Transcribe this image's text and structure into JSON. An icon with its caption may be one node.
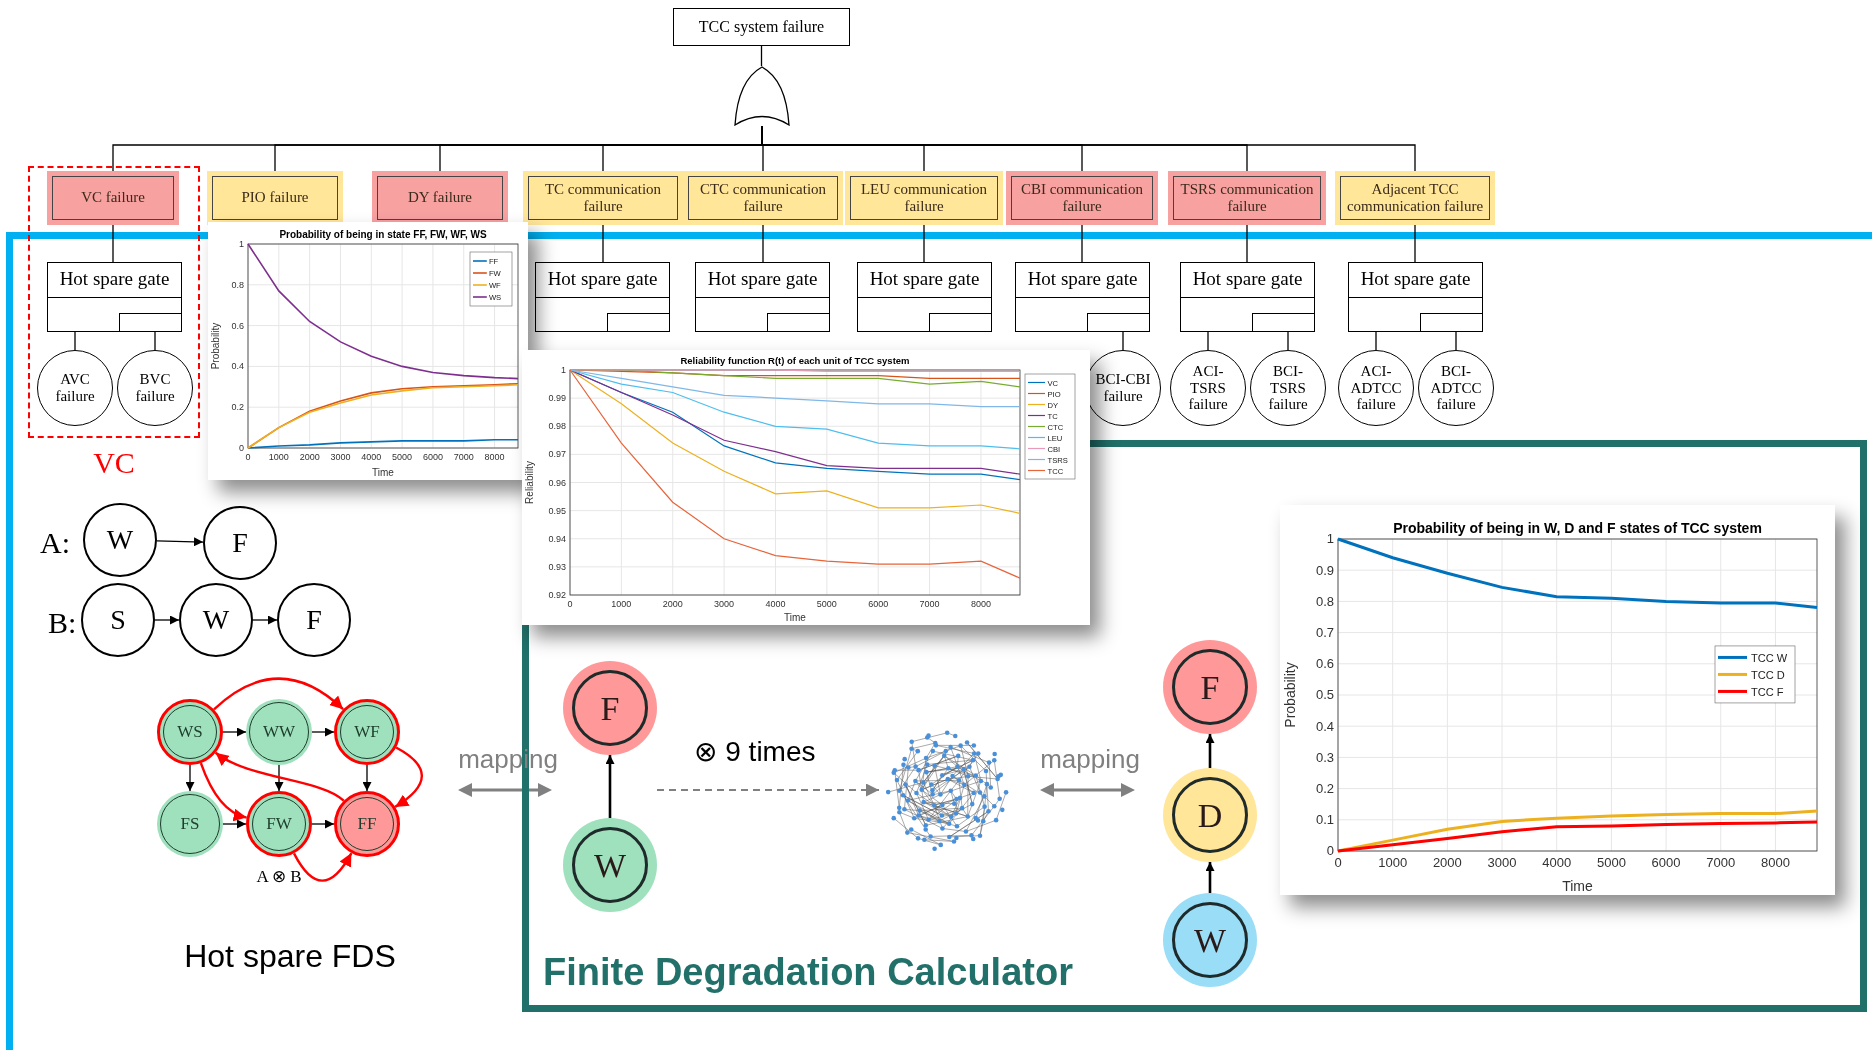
{
  "diagram": {
    "nodes": [
      {
        "text": [
          "TCC system failure"
        ]
      },
      {
        "text": [],
        "shape": "gate"
      },
      {
        "text": [
          "VC"
        ]
      },
      {
        "text": [
          "VC failure"
        ],
        "in": 2
      },
      {
        "text": [
          "PIO failure"
        ]
      },
      {
        "text": [
          "DY failure"
        ]
      },
      {
        "text": [
          "TC communication failure"
        ]
      },
      {
        "text": [
          "CTC communication failure"
        ]
      },
      {
        "text": [
          "LEU communication failure"
        ]
      },
      {
        "text": [
          "CBI communication failure"
        ]
      },
      {
        "text": [
          "TSRS communication failure"
        ]
      },
      {
        "text": [
          "Adjacent TCC communication failure"
        ]
      },
      {
        "text": [
          "Hot spare gate"
        ],
        "in": 2
      },
      {
        "text": [
          "Hot spare gate"
        ]
      },
      {
        "text": [
          "Hot spare gate"
        ]
      },
      {
        "text": [
          "Hot spare gate"
        ]
      },
      {
        "text": [
          "Hot spare gate"
        ]
      },
      {
        "text": [
          "Hot spare gate"
        ]
      },
      {
        "text": [
          "Hot spare gate"
        ]
      },
      {
        "text": [
          "AVC failure"
        ],
        "in": 2
      },
      {
        "text": [
          "BVC failure"
        ],
        "in": 2
      },
      {
        "text": [
          "BCI-CBI failure"
        ]
      },
      {
        "text": [
          "ACI-TSRS failure"
        ]
      },
      {
        "text": [
          "BCI-TSRS failure"
        ]
      },
      {
        "text": [
          "ACI-ADTCC failure"
        ]
      },
      {
        "text": [
          "BCI-ADTCC failure"
        ]
      },
      {
        "text": [
          "W"
        ]
      },
      {
        "text": [
          "F"
        ]
      },
      {
        "text": [
          "S"
        ]
      },
      {
        "text": [
          "W"
        ]
      },
      {
        "text": [
          "F"
        ]
      },
      {
        "text": [
          "WS"
        ]
      },
      {
        "text": [
          "WW"
        ]
      },
      {
        "text": [
          "WF"
        ]
      },
      {
        "text": [
          "FS"
        ]
      },
      {
        "text": [
          "FW"
        ]
      },
      {
        "text": [
          "FF"
        ]
      },
      {
        "text": [
          "Finite Degradation Calculator"
        ]
      },
      {
        "text": [
          "F"
        ],
        "in": 37
      },
      {
        "text": [
          "W"
        ],
        "in": 37
      },
      {
        "text": [],
        "shape": "picture",
        "in": 37
      },
      {
        "text": [
          "F"
        ],
        "in": 37
      },
      {
        "text": [
          "D"
        ],
        "in": 37
      },
      {
        "text": [
          "W"
        ],
        "in": 37
      }
    ],
    "edges": [
      {
        "from": 0,
        "to": 1,
        "arrow": "none"
      },
      {
        "from": 1,
        "to": 3,
        "arrow": "none"
      },
      {
        "from": 1,
        "to": 4,
        "arrow": "none"
      },
      {
        "from": 1,
        "to": 5,
        "arrow": "none"
      },
      {
        "from": 1,
        "to": 6,
        "arrow": "none"
      },
      {
        "from": 1,
        "to": 7,
        "arrow": "none"
      },
      {
        "from": 1,
        "to": 8,
        "arrow": "none"
      },
      {
        "from": 1,
        "to": 9,
        "arrow": "none"
      },
      {
        "from": 1,
        "to": 10,
        "arrow": "none"
      },
      {
        "from": 1,
        "to": 11,
        "arrow": "none"
      },
      {
        "from": 3,
        "to": 12,
        "arrow": "none"
      },
      {
        "from": 6,
        "to": 13,
        "arrow": "none"
      },
      {
        "from": 7,
        "to": 14,
        "arrow": "none"
      },
      {
        "from": 8,
        "to": 15,
        "arrow": "none"
      },
      {
        "from": 9,
        "to": 16,
        "arrow": "none"
      },
      {
        "from": 10,
        "to": 17,
        "arrow": "none"
      },
      {
        "from": 11,
        "to": 18,
        "arrow": "none"
      },
      {
        "from": 12,
        "to": 19,
        "arrow": "none"
      },
      {
        "from": 12,
        "to": 20,
        "arrow": "none"
      },
      {
        "from": 16,
        "to": 21,
        "arrow": "none"
      },
      {
        "from": 17,
        "to": 22,
        "arrow": "none"
      },
      {
        "from": 17,
        "to": 23,
        "arrow": "none"
      },
      {
        "from": 18,
        "to": 24,
        "arrow": "none"
      },
      {
        "from": 18,
        "to": 25,
        "arrow": "none"
      },
      {
        "from": 26,
        "to": 27,
        "arrow": "to"
      },
      {
        "from": 28,
        "to": 29,
        "arrow": "to"
      },
      {
        "from": 29,
        "to": 30,
        "arrow": "to"
      },
      {
        "from": 31,
        "to": 32,
        "arrow": "to"
      },
      {
        "from": 32,
        "to": 33,
        "arrow": "to"
      },
      {
        "from": 31,
        "to": 34,
        "arrow": "to"
      },
      {
        "from": 32,
        "to": 35,
        "arrow": "to"
      },
      {
        "from": 33,
        "to": 36,
        "arrow": "to"
      },
      {
        "from": 34,
        "to": 35,
        "arrow": "to"
      },
      {
        "from": 35,
        "to": 36,
        "arrow": "to"
      },
      {
        "from": 31,
        "to": 33,
        "arrow": "to",
        "color": "#ff0000"
      },
      {
        "from": 31,
        "to": 35,
        "arrow": "to",
        "color": "#ff0000"
      },
      {
        "from": 33,
        "to": 36,
        "arrow": "to",
        "color": "#ff0000"
      },
      {
        "from": 36,
        "to": 31,
        "arrow": "to",
        "color": "#ff0000"
      },
      {
        "from": 35,
        "to": 36,
        "arrow": "to",
        "color": "#ff0000"
      },
      {
        "from": 39,
        "to": 38,
        "arrow": "to"
      },
      {
        "from": null,
        "to": 40,
        "arrow": "to",
        "style": "dashed",
        "color": "#808080",
        "label": "⊗ 9 times"
      },
      {
        "from": 43,
        "to": 42,
        "arrow": "to"
      },
      {
        "from": 42,
        "to": 41,
        "arrow": "to"
      }
    ],
    "labels": [
      "A:",
      "B:",
      "A ⊗ B",
      "Hot spare FDS",
      "mapping",
      "mapping"
    ],
    "chart_data": [
      {
        "type": "line",
        "title": "Probability of being in state FF, FW, WF, WS",
        "xlabel": "Time",
        "ylabel": "Probability",
        "x": [
          0,
          1000,
          2000,
          3000,
          4000,
          5000,
          6000,
          7000,
          8000,
          8760
        ],
        "xlim": [
          0,
          8760
        ],
        "ylim": [
          0,
          1
        ],
        "xticks": [
          0,
          1000,
          2000,
          3000,
          4000,
          5000,
          6000,
          7000,
          8000
        ],
        "yticks": [
          0,
          0.2,
          0.4,
          0.6,
          0.8,
          1
        ],
        "grid": true,
        "legend": "upper right",
        "series": [
          {
            "name": "FF",
            "color": "#0072bd",
            "values": [
              0,
              0.01,
              0.015,
              0.025,
              0.03,
              0.035,
              0.035,
              0.035,
              0.04,
              0.04
            ]
          },
          {
            "name": "FW",
            "color": "#d95319",
            "values": [
              0,
              0.1,
              0.18,
              0.23,
              0.27,
              0.29,
              0.3,
              0.305,
              0.31,
              0.315
            ]
          },
          {
            "name": "WF",
            "color": "#edb120",
            "values": [
              0,
              0.1,
              0.175,
              0.22,
              0.26,
              0.28,
              0.295,
              0.3,
              0.305,
              0.31
            ]
          },
          {
            "name": "WS",
            "color": "#7e2f8e",
            "values": [
              1,
              0.77,
              0.62,
              0.52,
              0.45,
              0.4,
              0.37,
              0.355,
              0.345,
              0.34
            ]
          }
        ]
      },
      {
        "type": "line",
        "title": "Reliability function R(t) of each unit of TCC system",
        "xlabel": "Time",
        "ylabel": "Reliability",
        "x": [
          0,
          1000,
          2000,
          3000,
          4000,
          5000,
          6000,
          7000,
          8000,
          8760
        ],
        "xlim": [
          0,
          8760
        ],
        "ylim": [
          0.92,
          1
        ],
        "xticks": [
          0,
          1000,
          2000,
          3000,
          4000,
          5000,
          6000,
          7000,
          8000
        ],
        "yticks": [
          0.92,
          0.93,
          0.94,
          0.95,
          0.96,
          0.97,
          0.98,
          0.99,
          1
        ],
        "grid": true,
        "legend": "outside right",
        "series": [
          {
            "name": "VC",
            "color": "#0072bd",
            "values": [
              1,
              0.992,
              0.985,
              0.973,
              0.967,
              0.965,
              0.964,
              0.963,
              0.963,
              0.961
            ]
          },
          {
            "name": "PIO",
            "color": "#d95319",
            "values": [
              1,
              0.9995,
              0.999,
              0.998,
              0.998,
              0.998,
              0.998,
              0.997,
              0.997,
              0.997
            ]
          },
          {
            "name": "DY",
            "color": "#edb120",
            "values": [
              1,
              0.988,
              0.974,
              0.964,
              0.956,
              0.957,
              0.951,
              0.951,
              0.952,
              0.949
            ]
          },
          {
            "name": "TC",
            "color": "#7e2f8e",
            "values": [
              1,
              0.992,
              0.984,
              0.975,
              0.971,
              0.966,
              0.965,
              0.965,
              0.965,
              0.963
            ]
          },
          {
            "name": "CTC",
            "color": "#77ac30",
            "values": [
              1,
              1,
              0.999,
              0.998,
              0.997,
              0.997,
              0.997,
              0.995,
              0.996,
              0.994
            ]
          },
          {
            "name": "LEU",
            "color": "#4dbeee",
            "values": [
              1,
              0.995,
              0.992,
              0.985,
              0.98,
              0.979,
              0.974,
              0.973,
              0.973,
              0.972
            ]
          },
          {
            "name": "CBI",
            "color": "#e89ab8",
            "values": [
              1,
              1,
              1,
              1,
              1,
              0.9995,
              0.9995,
              0.9995,
              0.9995,
              0.9995
            ]
          },
          {
            "name": "TSRS",
            "color": "#7fb8e8",
            "values": [
              1,
              0.997,
              0.994,
              0.991,
              0.99,
              0.989,
              0.988,
              0.988,
              0.987,
              0.987
            ]
          },
          {
            "name": "TCC",
            "color": "#e8643a",
            "values": [
              1,
              0.974,
              0.953,
              0.94,
              0.934,
              0.932,
              0.931,
              0.931,
              0.932,
              0.926
            ]
          }
        ]
      },
      {
        "type": "line",
        "title": "Probability of being in W, D and F states of TCC system",
        "xlabel": "Time",
        "ylabel": "Probability",
        "x": [
          0,
          1000,
          2000,
          3000,
          4000,
          5000,
          6000,
          7000,
          8000,
          8760
        ],
        "xlim": [
          0,
          8760
        ],
        "ylim": [
          0,
          1
        ],
        "xticks": [
          0,
          1000,
          2000,
          3000,
          4000,
          5000,
          6000,
          7000,
          8000
        ],
        "yticks": [
          0,
          0.1,
          0.2,
          0.3,
          0.4,
          0.5,
          0.6,
          0.7,
          0.8,
          0.9,
          1
        ],
        "grid": true,
        "legend": "right",
        "series": [
          {
            "name": "TCC W",
            "color": "#0072bd",
            "values": [
              1,
              0.94,
              0.89,
              0.845,
              0.815,
              0.81,
              0.8,
              0.795,
              0.795,
              0.78
            ]
          },
          {
            "name": "TCC D",
            "color": "#edb120",
            "values": [
              0,
              0.035,
              0.07,
              0.095,
              0.105,
              0.112,
              0.117,
              0.12,
              0.12,
              0.128
            ]
          },
          {
            "name": "TCC F",
            "color": "#ff0000",
            "values": [
              0,
              0.02,
              0.04,
              0.062,
              0.078,
              0.08,
              0.085,
              0.088,
              0.09,
              0.093
            ]
          }
        ]
      }
    ]
  }
}
